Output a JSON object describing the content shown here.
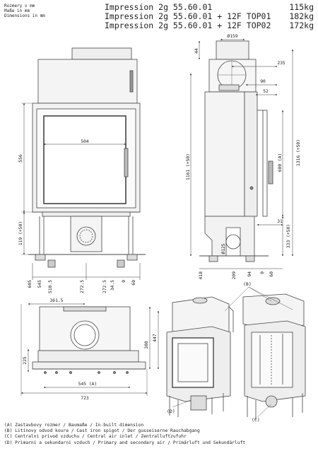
{
  "header": {
    "units": [
      "Rozmery v mm",
      "Maße in mm",
      "Dimensions in mm"
    ],
    "models": [
      {
        "name": "Impression  2g 55.60.01",
        "weight": "115kg"
      },
      {
        "name": "Impression  2g 55.60.01 + 12F TOP01",
        "weight": "182kg"
      },
      {
        "name": "Impression  2g 55.60.01 + 12F TOP02",
        "weight": "172kg"
      }
    ]
  },
  "front_view": {
    "dims": {
      "w504": "504",
      "h556": "556",
      "h119": "119 (+50)",
      "b605": "605",
      "b545": "545",
      "b510": "510.5",
      "b272a": "272.5",
      "b272b": "272.5",
      "b345": "34.5",
      "b0": "0",
      "b60": "60"
    }
  },
  "side_view": {
    "dims": {
      "d159": "Ø159",
      "d44": "44",
      "d235": "235",
      "d90": "90",
      "d52": "52",
      "h1161": "1161 (+50)",
      "h600": "600 (A)",
      "h1316": "1316 (+50)",
      "d125": "Ø125",
      "d31": "31",
      "h333": "333 (+50)",
      "b418": "418",
      "b209": "209",
      "b94": "94",
      "b0": "0",
      "b60": "60"
    }
  },
  "top_view": {
    "dims": {
      "w3615": "361.5",
      "h447": "447",
      "h380": "380",
      "h225": "225",
      "w545": "545 (A)",
      "w723": "723"
    }
  },
  "perspective_labels": {
    "b": "(B)",
    "c": "(C)",
    "d": "(D)"
  },
  "legend": [
    "(A)  Zastavbovy rozmer / Baumaße / In-built dimension",
    "(B)  Litinovy odvod koure / Cast iron spigot / Der gusseiserne Rauchabgang",
    "(C)  Centralni privod vzduchu / Central air inlet / Zentralluftzufuhr",
    "(D)  Primarni a sekundarni vzduch / Primary and secondary air / Primärluft und Sekundärluft"
  ]
}
